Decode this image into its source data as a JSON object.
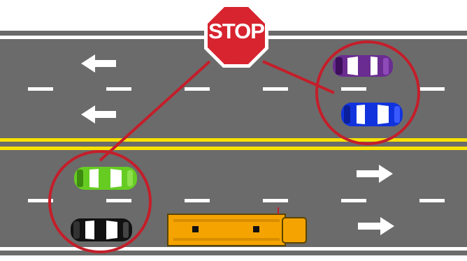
{
  "sign": {
    "text": "STOP",
    "color": "#d7242f",
    "border_color": "#ffffff"
  },
  "road": {
    "asphalt_color": "#6b6b6b",
    "edge_line_color": "#ffffff",
    "center_line_color": "#f7e200",
    "lane_dash_color": "#ffffff"
  },
  "highlight_color": "#c41e2a",
  "arrows": {
    "top_direction": "left",
    "bottom_direction": "right"
  },
  "vehicles": {
    "purple_car_color": "#6a2c91",
    "blue_car_color": "#1133dd",
    "green_car_color": "#66cc22",
    "black_car_color": "#111111",
    "school_bus_color": "#f5a300"
  }
}
